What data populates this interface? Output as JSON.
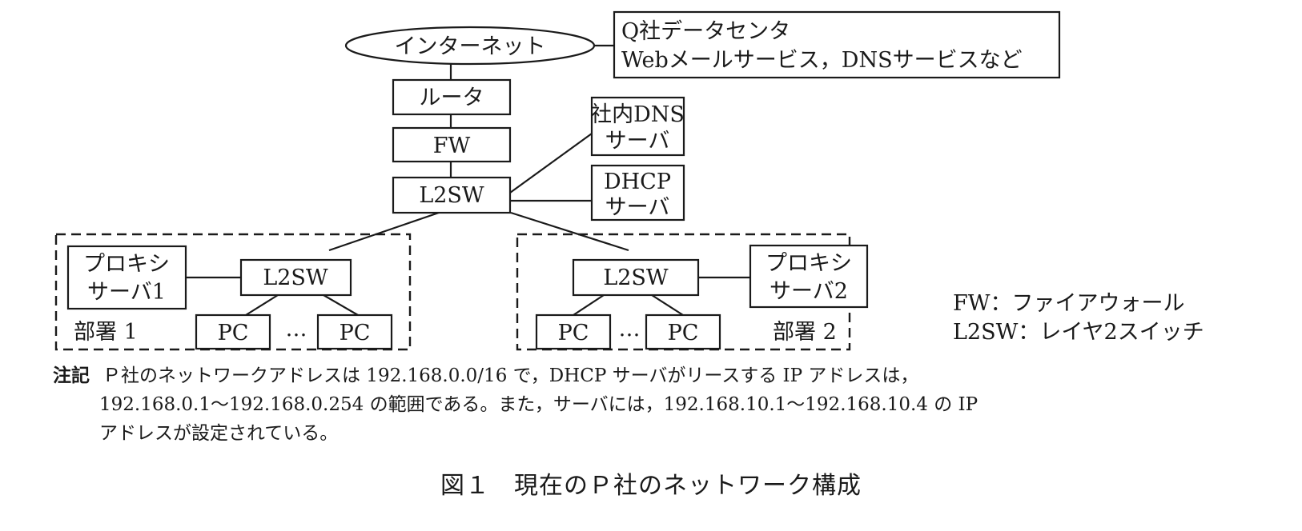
{
  "figure": {
    "number": "図１",
    "title": "現在のＰ社のネットワーク構成"
  },
  "nodes": {
    "internet": "インターネット",
    "q_datacenter": {
      "line1": "Q社データセンタ",
      "line2": "Webメールサービス，DNSサービスなど"
    },
    "router": "ルータ",
    "fw": "FW",
    "core_l2sw": "L2SW",
    "internal_dns": {
      "line1": "社内DNS",
      "line2": "サーバ"
    },
    "dhcp": {
      "line1": "DHCP",
      "line2": "サーバ"
    },
    "dept1": {
      "label": "部署 1",
      "l2sw": "L2SW",
      "proxy": {
        "line1": "プロキシ",
        "line2": "サーバ1"
      },
      "pc_left": "PC",
      "pc_right": "PC",
      "ellipsis": "…"
    },
    "dept2": {
      "label": "部署 2",
      "l2sw": "L2SW",
      "proxy": {
        "line1": "プロキシ",
        "line2": "サーバ2"
      },
      "pc_left": "PC",
      "pc_right": "PC",
      "ellipsis": "…"
    }
  },
  "legend": [
    "FW：ファイアウォール",
    "L2SW：レイヤ2スイッチ"
  ],
  "note": {
    "head": "注記",
    "line1": "Ｐ社のネットワークアドレスは 192.168.0.0/16 で，DHCP サーバがリースする IP アドレスは，",
    "line2": "192.168.0.1～192.168.0.254 の範囲である。また，サーバには，192.168.10.1～192.168.10.4 の IP",
    "line3": "アドレスが設定されている。"
  }
}
